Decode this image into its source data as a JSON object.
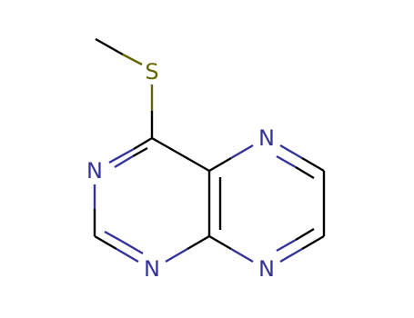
{
  "molecule": {
    "atoms": {
      "sulfur": {
        "symbol": "S",
        "color": "#666600"
      },
      "n1": {
        "symbol": "N",
        "color": "#333399"
      },
      "n3": {
        "symbol": "N",
        "color": "#333399"
      },
      "n5": {
        "symbol": "N",
        "color": "#333399"
      },
      "n8": {
        "symbol": "N",
        "color": "#333399"
      }
    },
    "colors": {
      "bond": "#000000",
      "sulfur": "#666600",
      "nitrogen": "#333399",
      "background": "#ffffff"
    }
  }
}
